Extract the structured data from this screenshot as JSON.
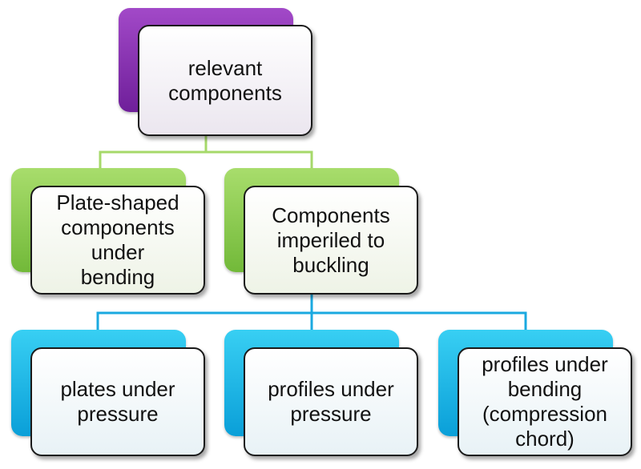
{
  "diagram": {
    "root": {
      "label": "relevant\ncomponents",
      "color": "#8a2fb8"
    },
    "level2": [
      {
        "label": "Plate-shaped\ncomponents\nunder\nbending",
        "color": "#8bc34a"
      },
      {
        "label": "Components\nimperiled to\nbuckling",
        "color": "#8bc34a"
      }
    ],
    "level3": [
      {
        "label": "plates under\npressure",
        "color": "#1bb4e8"
      },
      {
        "label": "profiles under\npressure",
        "color": "#1bb4e8"
      },
      {
        "label": "profiles under\nbending\n(compression\nchord)",
        "color": "#1bb4e8"
      }
    ],
    "connector_colors": {
      "root_to_level2": "#a6d96a",
      "level2_to_level3": "#1aa9e0"
    }
  }
}
